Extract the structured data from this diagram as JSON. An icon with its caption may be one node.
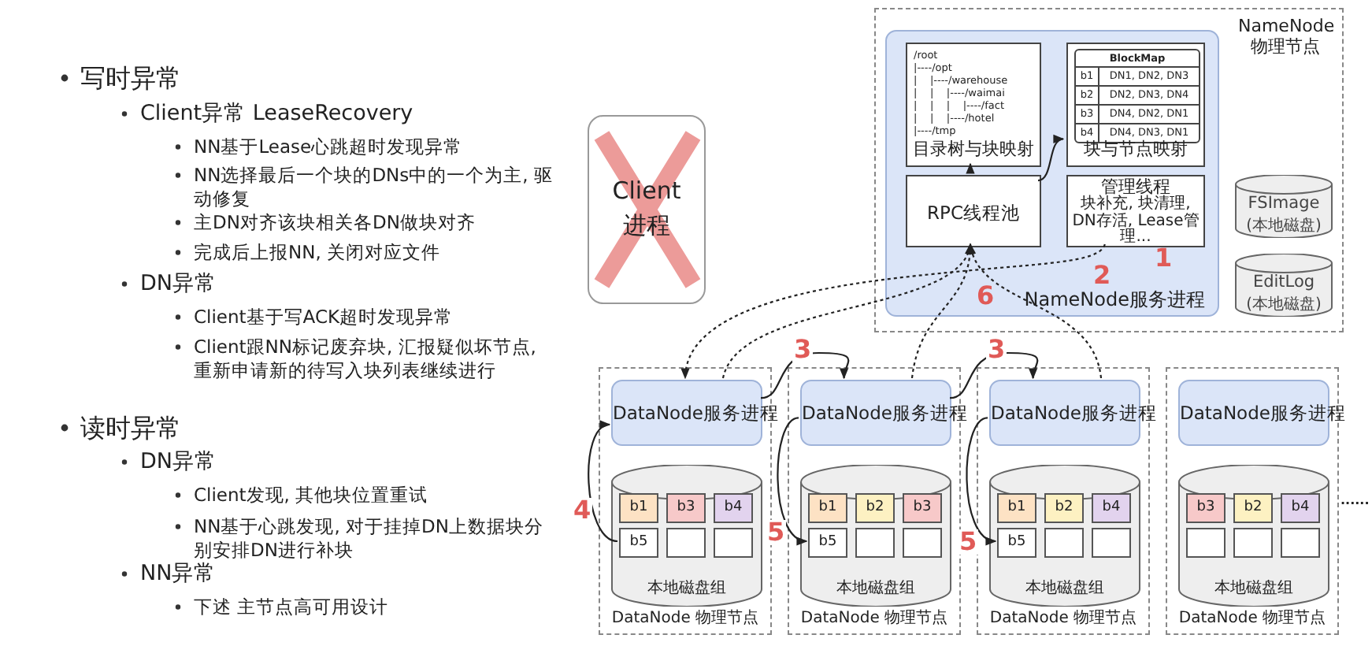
{
  "diagram": {
    "nodes": [
      {
        "text": [
          "NameNode 物理节点"
        ]
      },
      {
        "text": [
          "NameNode服务进程"
        ],
        "in": 0
      },
      {
        "text": [
          "/root",
          "|----/opt",
          "|    |----/warehouse",
          "|    |    |----/waimai",
          "|    |    |    |----/fact",
          "|    |    |----/hotel",
          "|----/tmp",
          "目录树与块映射"
        ],
        "in": 1
      },
      {
        "text": [
          "块与节点映射"
        ],
        "in": 1
      },
      {
        "text": [
          "RPC线程池"
        ],
        "in": 1
      },
      {
        "text": [
          "管理线程",
          "块补充, 块清理, DN存活, Lease管理..."
        ],
        "in": 1
      },
      {
        "text": [
          "FSImage",
          "(本地磁盘)"
        ],
        "in": 0
      },
      {
        "text": [
          "EditLog",
          "(本地磁盘)"
        ],
        "in": 0
      },
      {
        "text": [
          "Client 进程"
        ]
      },
      {
        "text": [
          "DataNode 物理节点"
        ]
      },
      {
        "text": [
          "DataNode服务进程"
        ],
        "in": 9
      },
      {
        "text": [
          "本地磁盘组"
        ],
        "in": 9
      },
      {
        "text": [
          "b1"
        ],
        "in": 11
      },
      {
        "text": [
          "b3"
        ],
        "in": 11
      },
      {
        "text": [
          "b4"
        ],
        "in": 11
      },
      {
        "text": [
          "b5"
        ],
        "in": 11
      },
      {
        "text": [],
        "shape": "box",
        "in": 11
      },
      {
        "text": [],
        "shape": "box",
        "in": 11
      },
      {
        "text": [
          "DataNode 物理节点"
        ]
      },
      {
        "text": [
          "DataNode服务进程"
        ],
        "in": 18
      },
      {
        "text": [
          "本地磁盘组"
        ],
        "in": 18
      },
      {
        "text": [
          "b1"
        ],
        "in": 20
      },
      {
        "text": [
          "b2"
        ],
        "in": 20
      },
      {
        "text": [
          "b3"
        ],
        "in": 20
      },
      {
        "text": [
          "b5"
        ],
        "in": 20
      },
      {
        "text": [],
        "shape": "box",
        "in": 20
      },
      {
        "text": [],
        "shape": "box",
        "in": 20
      },
      {
        "text": [
          "DataNode 物理节点"
        ]
      },
      {
        "text": [
          "DataNode服务进程"
        ],
        "in": 27
      },
      {
        "text": [
          "本地磁盘组"
        ],
        "in": 27
      },
      {
        "text": [
          "b1"
        ],
        "in": 29
      },
      {
        "text": [
          "b2"
        ],
        "in": 29
      },
      {
        "text": [
          "b4"
        ],
        "in": 29
      },
      {
        "text": [
          "b5"
        ],
        "in": 29
      },
      {
        "text": [],
        "shape": "box",
        "in": 29
      },
      {
        "text": [],
        "shape": "box",
        "in": 29
      },
      {
        "text": [
          "DataNode 物理节点"
        ]
      },
      {
        "text": [
          "DataNode服务进程"
        ],
        "in": 36
      },
      {
        "text": [
          "本地磁盘组"
        ],
        "in": 36
      },
      {
        "text": [
          "b3"
        ],
        "in": 38
      },
      {
        "text": [
          "b2"
        ],
        "in": 38
      },
      {
        "text": [
          "b4"
        ],
        "in": 38
      },
      {
        "text": [],
        "shape": "box",
        "in": 38
      },
      {
        "text": [],
        "shape": "box",
        "in": 38
      },
      {
        "text": [],
        "shape": "box",
        "in": 38
      }
    ],
    "edges": [
      {
        "from": 4,
        "to": 2,
        "arrow": "to"
      },
      {
        "from": 4,
        "to": 3,
        "arrow": "to"
      },
      {
        "from": 5,
        "to": 10,
        "arrow": "to",
        "style": "dashed"
      },
      {
        "from": 10,
        "to": 4,
        "arrow": "to",
        "style": "dashed"
      },
      {
        "from": 19,
        "to": 4,
        "arrow": "to",
        "style": "dashed"
      },
      {
        "from": 28,
        "to": 4,
        "arrow": "to",
        "style": "dashed"
      },
      {
        "from": 10,
        "to": 19,
        "arrow": "to",
        "label": "3"
      },
      {
        "from": 19,
        "to": 28,
        "arrow": "to",
        "label": "3"
      },
      {
        "from": 15,
        "to": 10,
        "arrow": "to",
        "label": "4"
      },
      {
        "from": 19,
        "to": 24,
        "arrow": "to",
        "label": "5"
      },
      {
        "from": 28,
        "to": 33,
        "arrow": "to",
        "label": "5"
      }
    ],
    "labels": [
      "写时异常",
      "Client异常 LeaseRecovery",
      "NN基于Lease心跳超时发现异常",
      "NN选择最后一个块的DNs中的一个为主, 驱动修复",
      "主DN对齐该块相关各DN做块对齐",
      "完成后上报NN, 关闭对应文件",
      "DN异常",
      "Client基于写ACK超时发现异常",
      "Client跟NN标记废弃块, 汇报疑似坏节点, 重新申请新的待写入块列表继续进行",
      "读时异常",
      "DN异常",
      "Client发现, 其他块位置重试",
      "NN基于心跳发现, 对于挂掉DN上数据块分别安排DN进行补块",
      "NN异常",
      "下述 主节点高可用设计",
      "BlockMap",
      "b1",
      "DN1, DN2, DN3",
      "b2",
      "DN2, DN3, DN4",
      "b3",
      "DN4, DN2, DN1",
      "b4",
      "DN4, DN3, DN1",
      "1",
      "2",
      "6",
      "......"
    ]
  }
}
